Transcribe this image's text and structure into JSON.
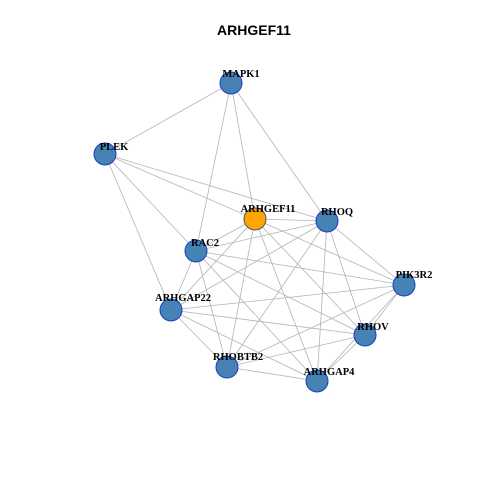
{
  "graph": {
    "title": "ARHGEF11",
    "node_fill": "#4682b4",
    "node_stroke": "#1a3fbf",
    "hub_fill": "#ffa500",
    "hub_stroke": "#555555",
    "edge_color": "#b3b3b3",
    "nodes": [
      {
        "id": "MAPK1",
        "label": "MAPK1",
        "hub": false
      },
      {
        "id": "PLEK",
        "label": "PLEK",
        "hub": false
      },
      {
        "id": "ARHGEF11",
        "label": "ARHGEF11",
        "hub": true
      },
      {
        "id": "RHOQ",
        "label": "RHOQ",
        "hub": false
      },
      {
        "id": "RAC2",
        "label": "RAC2",
        "hub": false
      },
      {
        "id": "PIK3R2",
        "label": "PIK3R2",
        "hub": false
      },
      {
        "id": "ARHGAP22",
        "label": "ARHGAP22",
        "hub": false
      },
      {
        "id": "RHOV",
        "label": "RHOV",
        "hub": false
      },
      {
        "id": "RHOBTB2",
        "label": "RHOBTB2",
        "hub": false
      },
      {
        "id": "ARHGAP4",
        "label": "ARHGAP4",
        "hub": false
      }
    ],
    "edges": [
      [
        "MAPK1",
        "PLEK"
      ],
      [
        "MAPK1",
        "ARHGEF11"
      ],
      [
        "MAPK1",
        "RHOQ"
      ],
      [
        "MAPK1",
        "RAC2"
      ],
      [
        "PLEK",
        "ARHGEF11"
      ],
      [
        "PLEK",
        "RHOQ"
      ],
      [
        "PLEK",
        "RAC2"
      ],
      [
        "PLEK",
        "ARHGAP22"
      ],
      [
        "ARHGEF11",
        "RHOQ"
      ],
      [
        "ARHGEF11",
        "RAC2"
      ],
      [
        "ARHGEF11",
        "PIK3R2"
      ],
      [
        "ARHGEF11",
        "ARHGAP22"
      ],
      [
        "ARHGEF11",
        "RHOV"
      ],
      [
        "ARHGEF11",
        "RHOBTB2"
      ],
      [
        "ARHGEF11",
        "ARHGAP4"
      ],
      [
        "RHOQ",
        "RAC2"
      ],
      [
        "RHOQ",
        "PIK3R2"
      ],
      [
        "RHOQ",
        "ARHGAP22"
      ],
      [
        "RHOQ",
        "RHOV"
      ],
      [
        "RHOQ",
        "RHOBTB2"
      ],
      [
        "RHOQ",
        "ARHGAP4"
      ],
      [
        "RAC2",
        "PIK3R2"
      ],
      [
        "RAC2",
        "ARHGAP22"
      ],
      [
        "RAC2",
        "RHOV"
      ],
      [
        "RAC2",
        "RHOBTB2"
      ],
      [
        "RAC2",
        "ARHGAP4"
      ],
      [
        "PIK3R2",
        "ARHGAP22"
      ],
      [
        "PIK3R2",
        "RHOV"
      ],
      [
        "PIK3R2",
        "RHOBTB2"
      ],
      [
        "PIK3R2",
        "ARHGAP4"
      ],
      [
        "ARHGAP22",
        "RHOV"
      ],
      [
        "ARHGAP22",
        "RHOBTB2"
      ],
      [
        "ARHGAP22",
        "ARHGAP4"
      ],
      [
        "RHOV",
        "RHOBTB2"
      ],
      [
        "RHOV",
        "ARHGAP4"
      ],
      [
        "RHOBTB2",
        "ARHGAP4"
      ]
    ]
  }
}
